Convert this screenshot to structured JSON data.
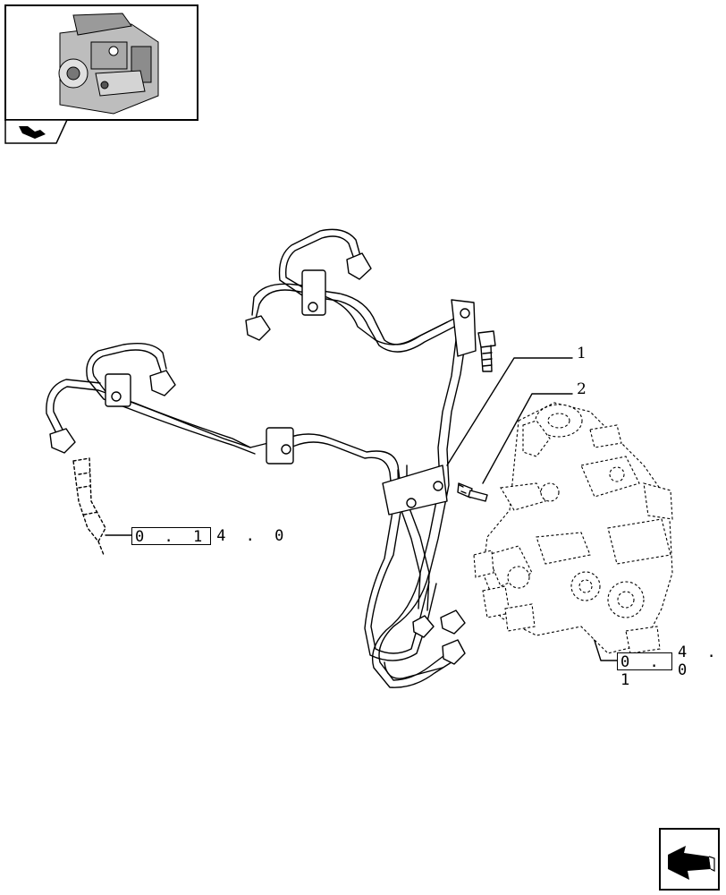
{
  "callouts": [
    {
      "id": "1",
      "label": "1"
    },
    {
      "id": "2",
      "label": "2"
    }
  ],
  "references": [
    {
      "boxed": "0 . 1",
      "rest": "4 . 0"
    },
    {
      "boxed": "0 . 1",
      "rest": "4 . 0"
    }
  ],
  "icons": {
    "thumbnail": "engine-thumbnail-icon",
    "tab": "engine-section-tab-icon",
    "nav": "next-page-arrow-icon"
  }
}
